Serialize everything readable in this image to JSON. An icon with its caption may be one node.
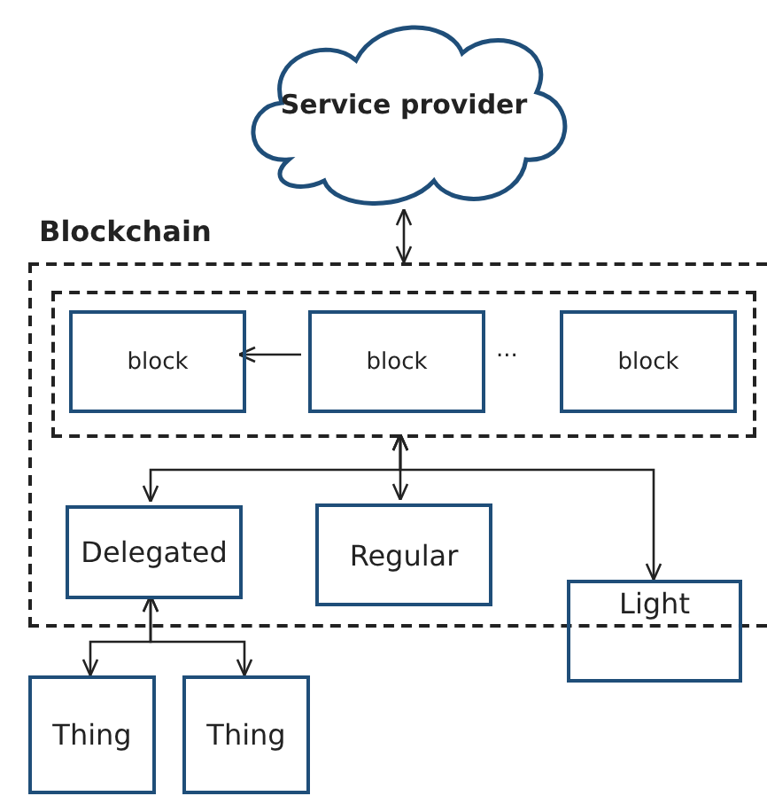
{
  "diagram": {
    "nodes": [
      {
        "text": [
          "Service provider"
        ]
      },
      {
        "text": [
          "Blockchain"
        ]
      },
      {
        "text": [],
        "shape": "box",
        "in": 1
      },
      {
        "text": [
          "block"
        ],
        "in": 2
      },
      {
        "text": [
          "block"
        ],
        "in": 2
      },
      {
        "text": [
          "block"
        ],
        "in": 2
      },
      {
        "text": [
          "Delegated"
        ],
        "in": 1
      },
      {
        "text": [
          "Regular"
        ],
        "in": 1
      },
      {
        "text": [
          "Light"
        ]
      },
      {
        "text": [
          "Thing"
        ]
      },
      {
        "text": [
          "Thing"
        ]
      }
    ],
    "edges": [
      {
        "from": 0,
        "to": 1,
        "arrow": "both"
      },
      {
        "from": 4,
        "to": 3,
        "arrow": "to"
      },
      {
        "from": 2,
        "to": 7,
        "arrow": "both"
      },
      {
        "from": 2,
        "to": 6,
        "arrow": "both"
      },
      {
        "from": 2,
        "to": 8,
        "arrow": "both"
      },
      {
        "from": 6,
        "to": 9,
        "arrow": "both"
      },
      {
        "from": 6,
        "to": 10,
        "arrow": "both"
      }
    ],
    "labels": [
      "..."
    ]
  }
}
